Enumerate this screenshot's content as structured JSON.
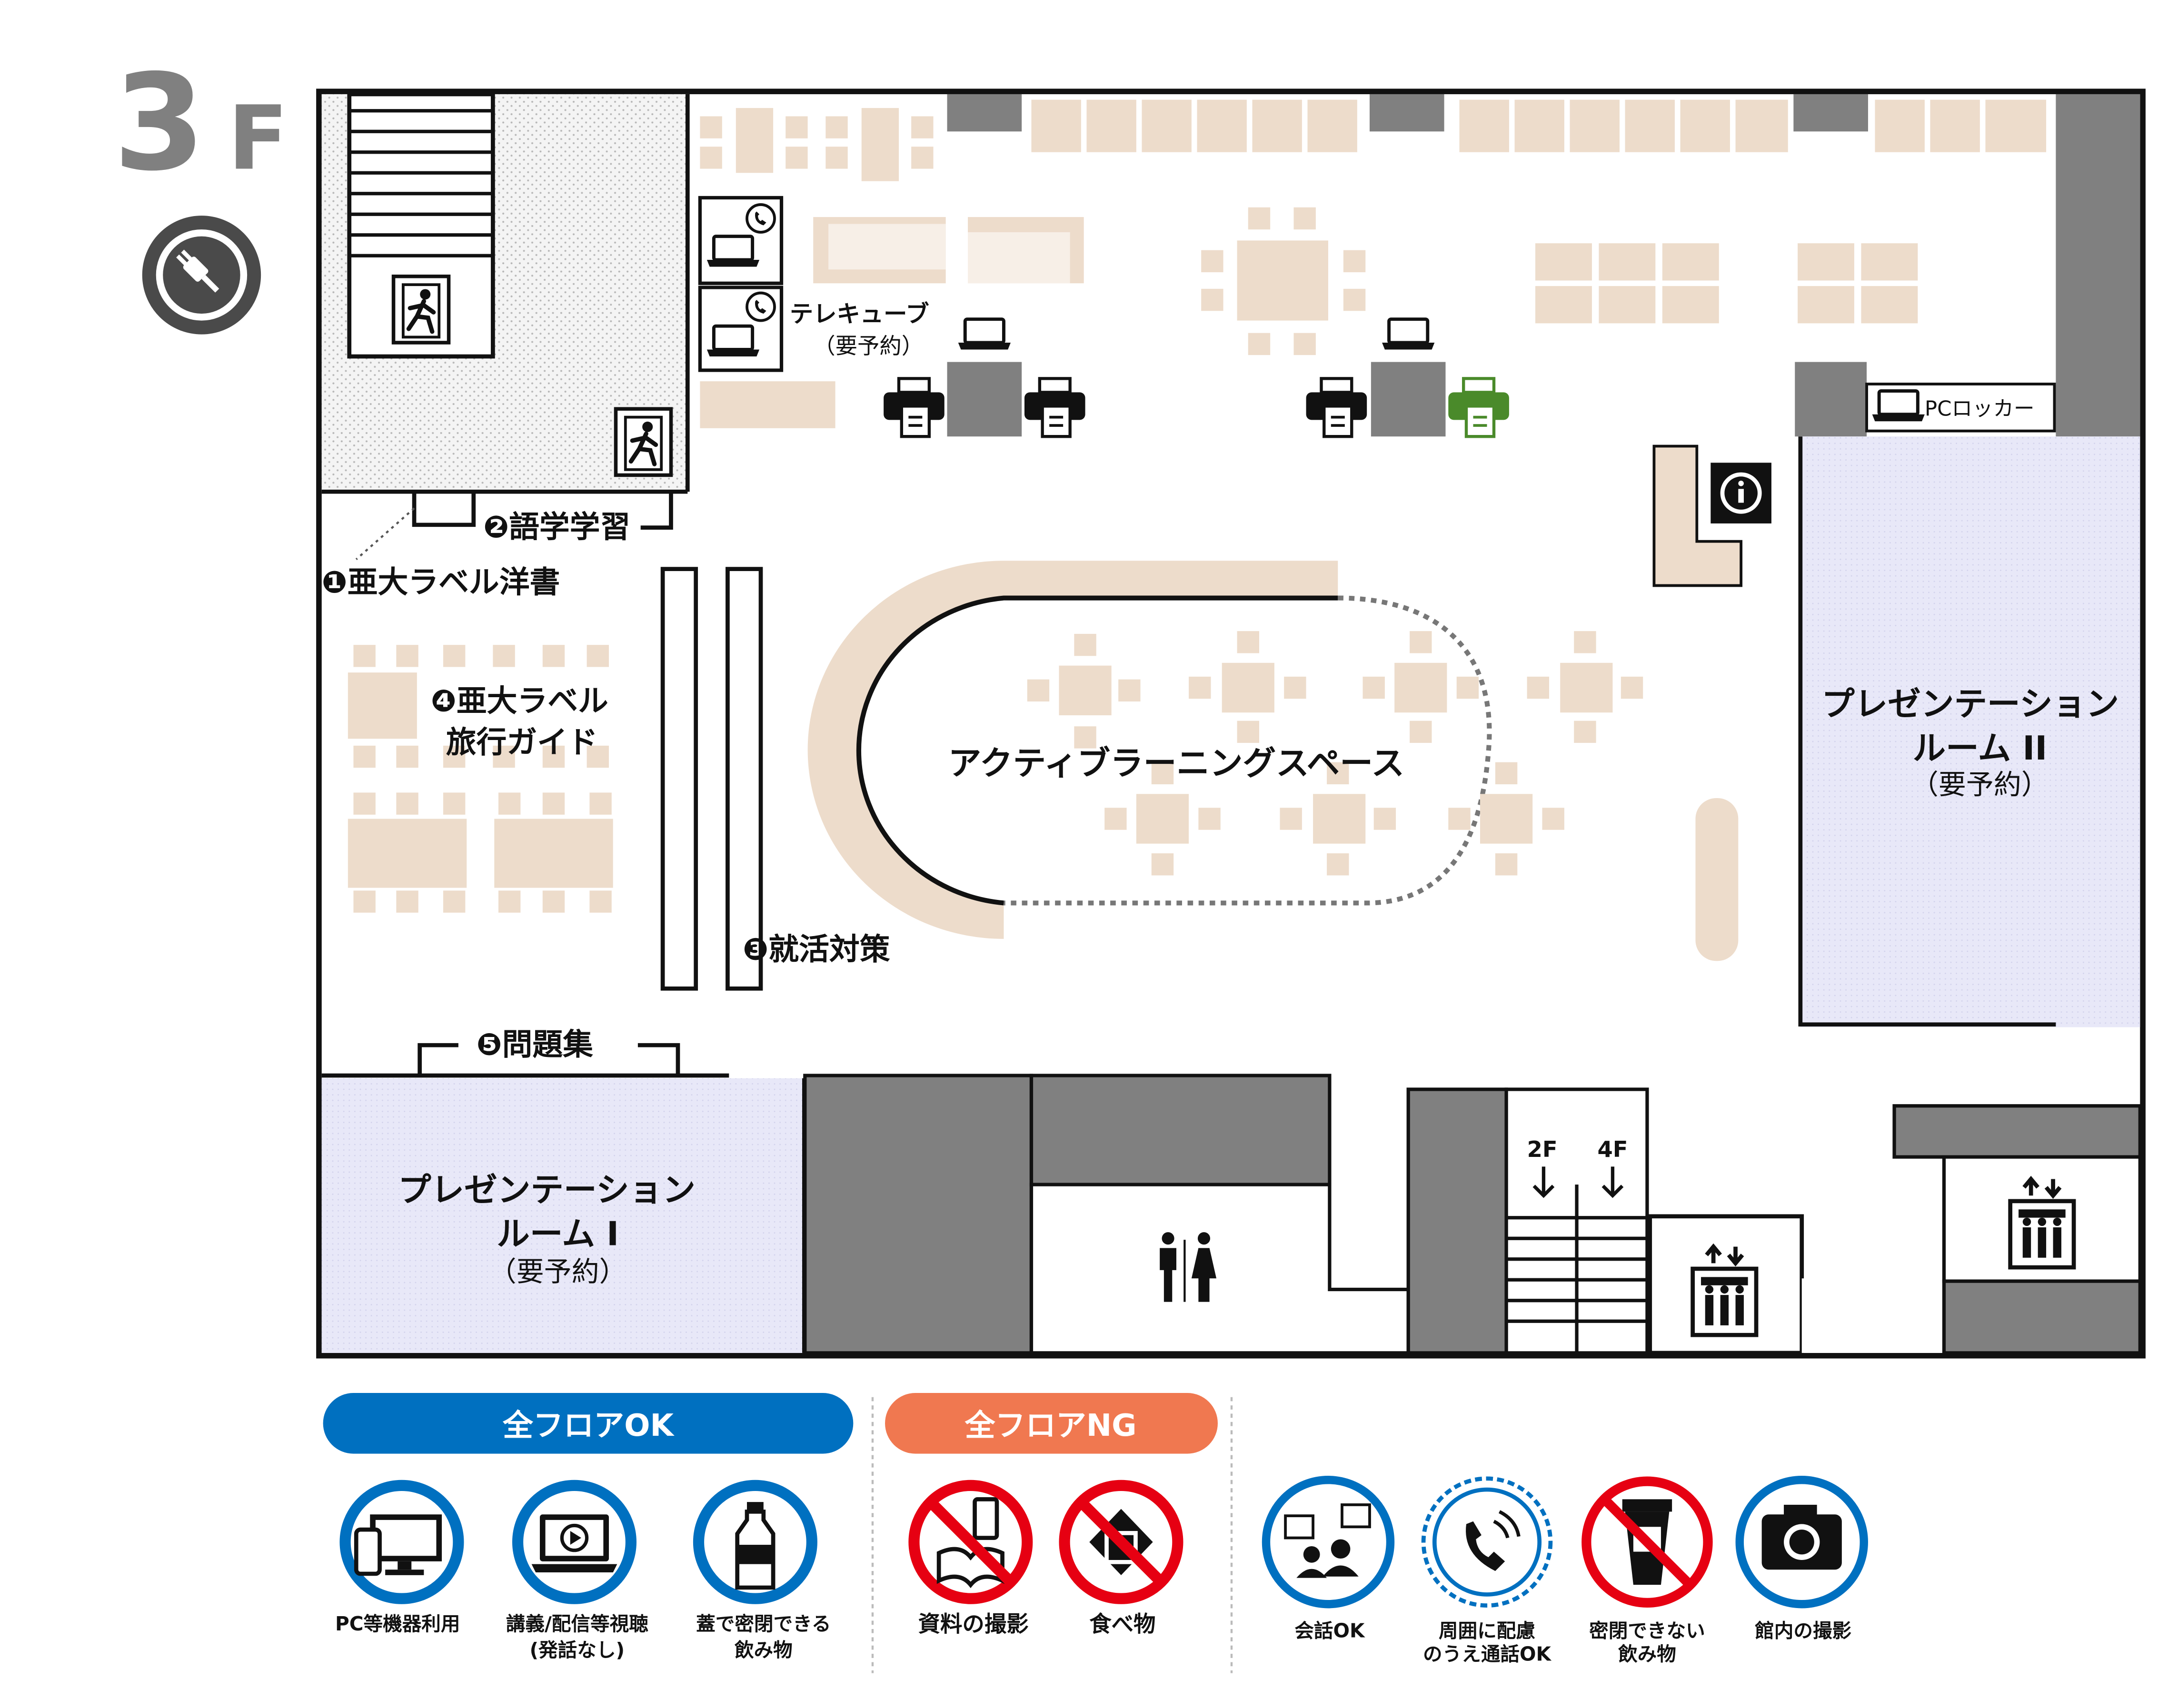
{
  "floor": {
    "number": "3",
    "letter": "F"
  },
  "icons": {
    "power": "power-plug-icon"
  },
  "labels": {
    "telecube": "テレキューブ",
    "telecube_note": "（要予約）",
    "pc_locker": "PCロッカー",
    "active_learning": "アクティブラーニングスペース",
    "room2_line1": "プレゼンテーション",
    "room2_line2": "ルーム II",
    "room2_note": "（要予約）",
    "room1_line1": "プレゼンテーション",
    "room1_line2": "ルーム I",
    "room1_note": "（要予約）",
    "shelf1": "❶亜大ラベル洋書",
    "shelf2": "❷語学学習",
    "shelf3": "❸就活対策",
    "shelf4_line1": "❹亜大ラベル",
    "shelf4_line2": "旅行ガイド",
    "shelf5": "❺問題集",
    "stairs_2f": "2F",
    "stairs_4f": "4F"
  },
  "legend": {
    "ok_title": "全フロアOK",
    "ng_title": "全フロアNG",
    "ok_items": [
      {
        "icon": "pc-device-icon",
        "line1": "PC等機器利用",
        "line2": ""
      },
      {
        "icon": "video-lecture-icon",
        "line1": "講義/配信等視聴",
        "line2": "(発話なし)"
      },
      {
        "icon": "bottle-icon",
        "line1": "蓋で密閉できる",
        "line2": "飲み物"
      }
    ],
    "ng_items": [
      {
        "icon": "no-document-photo-icon",
        "line1": "資料の撮影",
        "line2": ""
      },
      {
        "icon": "no-food-icon",
        "line1": "食べ物",
        "line2": ""
      }
    ],
    "floor_items": [
      {
        "icon": "conversation-icon",
        "line1": "会話OK",
        "line2": ""
      },
      {
        "icon": "phone-call-icon",
        "line1": "周囲に配慮",
        "line2": "のうえ通話OK"
      },
      {
        "icon": "no-open-cup-icon",
        "line1": "密閉できない",
        "line2": "飲み物"
      },
      {
        "icon": "camera-icon",
        "line1": "館内の撮影",
        "line2": ""
      }
    ]
  },
  "colors": {
    "furniture": "#eddccb",
    "wall_gray": "#808080",
    "room_fill": "#e8e8f8",
    "ok_blue": "#0070c0",
    "ng_orange": "#f07850",
    "prohibit_red": "#e60012",
    "printer_green": "#4a8a2a",
    "floor_text": "#808080"
  }
}
